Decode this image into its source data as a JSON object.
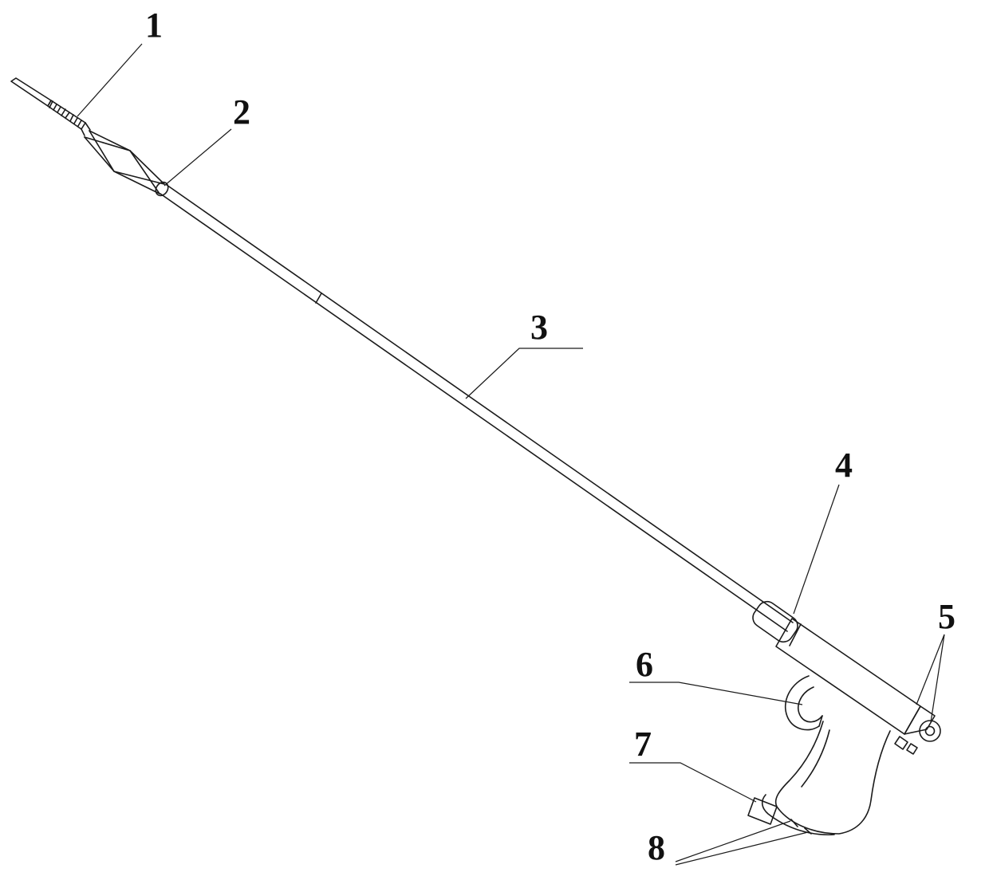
{
  "figure": {
    "type": "patent-line-drawing",
    "background_color": "#ffffff",
    "stroke_color": "#1b1b1b",
    "labels": [
      {
        "text": "1"
      },
      {
        "text": "2"
      },
      {
        "text": "3"
      },
      {
        "text": "4"
      },
      {
        "text": "5"
      },
      {
        "text": "6"
      },
      {
        "text": "7"
      },
      {
        "text": "8"
      }
    ]
  }
}
